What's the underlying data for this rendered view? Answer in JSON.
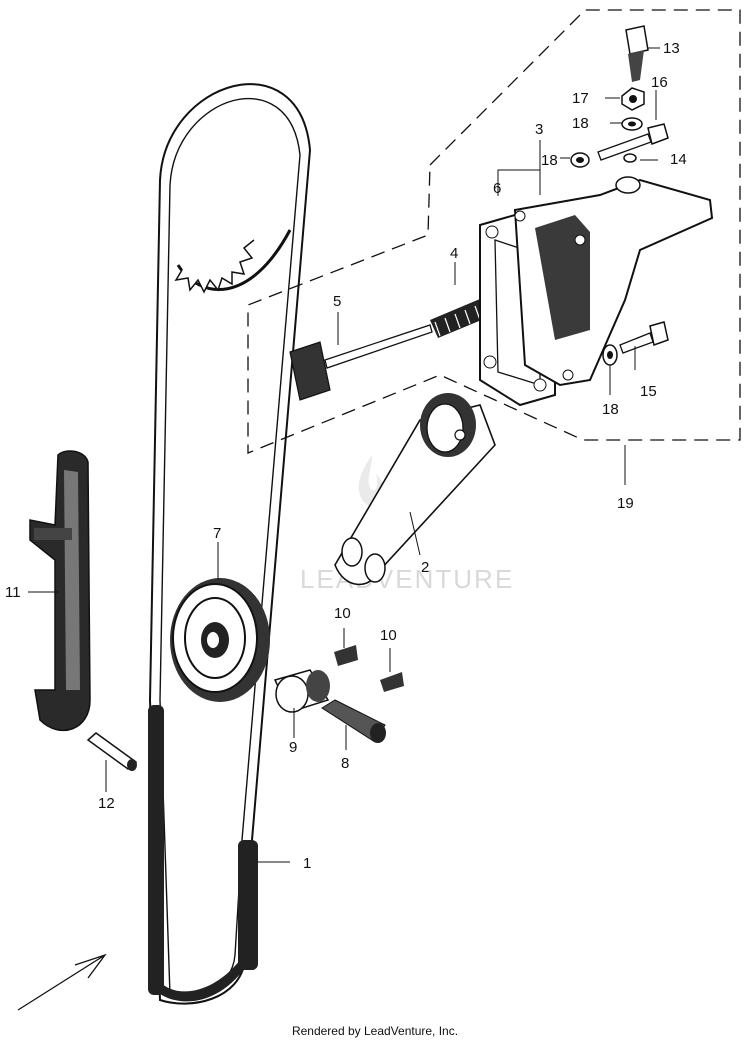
{
  "callouts": {
    "c1": "1",
    "c2": "2",
    "c3": "3",
    "c4": "4",
    "c5": "5",
    "c6": "6",
    "c7": "7",
    "c8": "8",
    "c9": "9",
    "c10a": "10",
    "c10b": "10",
    "c11": "11",
    "c12": "12",
    "c13": "13",
    "c14": "14",
    "c15": "15",
    "c16": "16",
    "c17": "17",
    "c18a": "18",
    "c18b": "18",
    "c18c": "18",
    "c19": "19"
  },
  "watermark": "LEADVENTURE",
  "footer": "Rendered by LeadVenture, Inc."
}
